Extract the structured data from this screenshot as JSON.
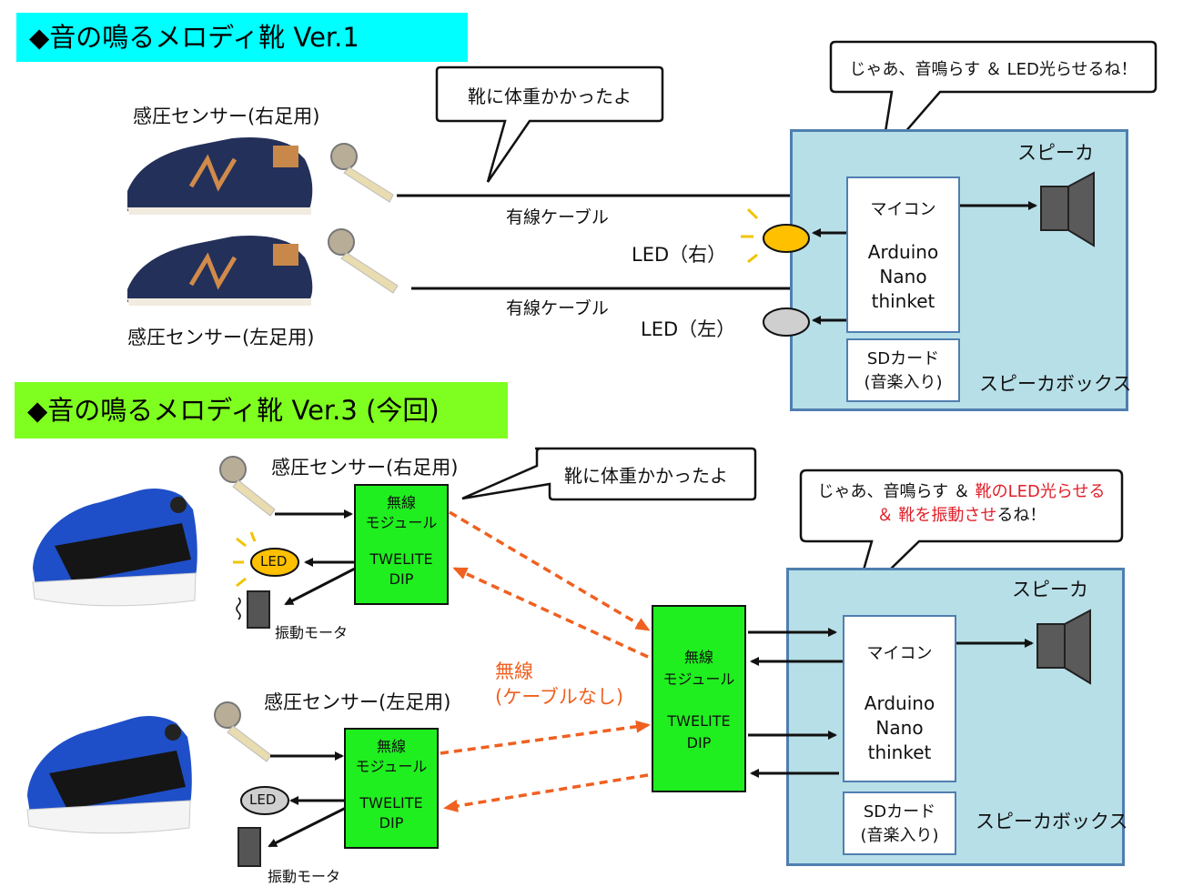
{
  "v1": {
    "title": "◆音の鳴るメロディ靴 Ver.1",
    "bubble_shoe": "靴に体重かかったよ",
    "bubble_box": "じゃあ、音鳴らす ＆ LED光らせるね！",
    "sensor_right": "感圧センサー(右足用)",
    "sensor_left": "感圧センサー(左足用)",
    "cable_1": "有線ケーブル",
    "cable_2": "有線ケーブル",
    "led_right": "LED（右）",
    "led_left": "LED（左）",
    "speaker": "スピーカ",
    "mcu_title": "マイコン",
    "mcu_lines": [
      "Arduino",
      "Nano",
      "thinket"
    ],
    "sd_lines": [
      "SDカード",
      "(音楽入り)"
    ],
    "box_label": "スピーカボックス"
  },
  "v3": {
    "title": "◆音の鳴るメロディ靴 Ver.3 (今回)",
    "sensor_right": "感圧センサー(右足用)",
    "sensor_left": "感圧センサー(左足用)",
    "bubble_shoe": "靴に体重かかったよ",
    "bubble_box_line1_a": "じゃあ、音鳴らす ＆ ",
    "bubble_box_line1_b": "靴のLED光らせる",
    "bubble_box_line2_a": "＆ 靴を振動させ",
    "bubble_box_line2_b": "るね！",
    "wireless_module_lines": [
      "無線",
      "モジュール",
      "TWELITE",
      "DIP"
    ],
    "led_label": "LED",
    "motor_label": "振動モータ",
    "wireless_note": [
      "無線",
      "(ケーブルなし)"
    ],
    "speaker": "スピーカ",
    "mcu_title": "マイコン",
    "mcu_lines": [
      "Arduino",
      "Nano",
      "thinket"
    ],
    "sd_lines": [
      "SDカード",
      "(音楽入り)"
    ],
    "box_label": "スピーカボックス"
  },
  "colors": {
    "title_v1_bg": "#00ffff",
    "title_v3_bg": "#7fff1f",
    "speaker_box_bg": "#b7dfe8",
    "module_green": "#1fef1f",
    "led_on": "#ffc000",
    "wireless_arrow": "#f06020",
    "highlight_red": "#e0202a"
  }
}
